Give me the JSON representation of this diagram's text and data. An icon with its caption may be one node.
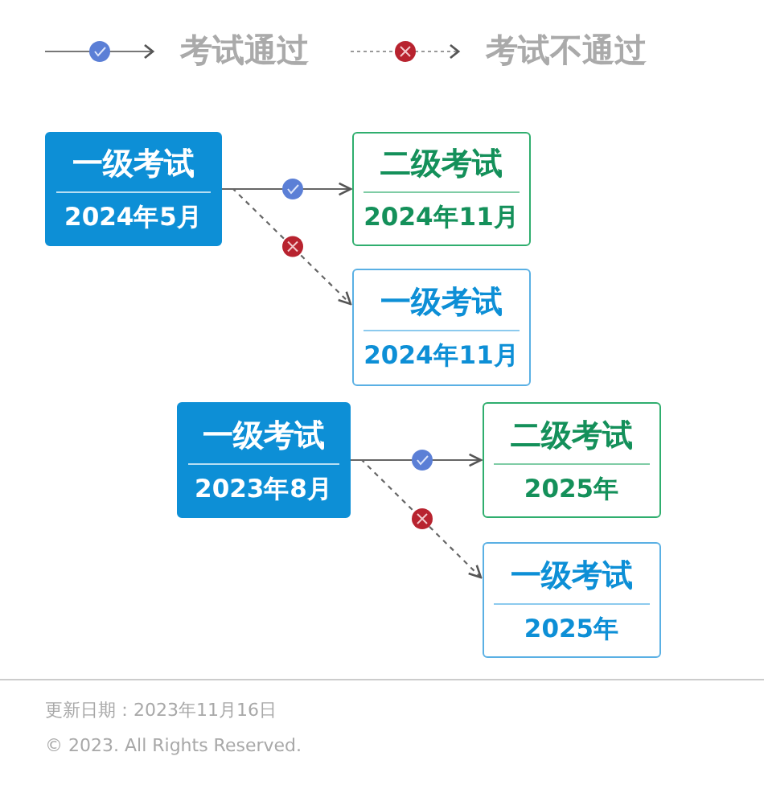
{
  "diagram": {
    "nodes": [
      {
        "text": [
          "一级考试",
          "2024年5月"
        ]
      },
      {
        "text": [
          "二级考试",
          "2024年11月"
        ]
      },
      {
        "text": [
          "一级考试",
          "2024年11月"
        ]
      },
      {
        "text": [
          "一级考试",
          "2023年8月"
        ]
      },
      {
        "text": [
          "二级考试",
          "2025年"
        ]
      },
      {
        "text": [
          "一级考试",
          "2025年"
        ]
      }
    ],
    "edges": [
      {
        "from": 0,
        "to": 1,
        "arrow": "to"
      },
      {
        "from": 0,
        "to": 2,
        "arrow": "to",
        "style": "dashed"
      },
      {
        "from": 3,
        "to": 4,
        "arrow": "to"
      },
      {
        "from": 3,
        "to": 5,
        "arrow": "to",
        "style": "dashed"
      }
    ],
    "labels": [
      "更新日期：2023年11月16日",
      "© 2023. All Rights Reserved."
    ],
    "legend": [
      {
        "text": "考试通过"
      },
      {
        "text": "考试不通过"
      }
    ]
  }
}
